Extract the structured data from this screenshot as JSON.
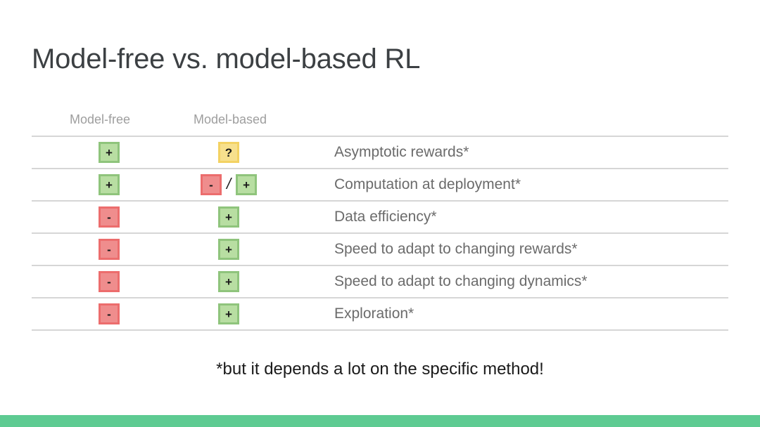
{
  "slide": {
    "title": "Model-free vs. model-based RL",
    "footnote": "*but it depends a lot on the specific method!",
    "accent_color": "#5ecb92",
    "background_color": "#ffffff"
  },
  "table": {
    "headers": {
      "model_free": "Model-free",
      "model_based": "Model-based"
    },
    "badge_colors": {
      "plus_fill": "#b8dea2",
      "plus_border": "#8fc47c",
      "minus_fill": "#ef8d8d",
      "minus_border": "#ec6d6d",
      "question_fill": "#f7e08d",
      "question_border": "#f3d263"
    },
    "separator": "/",
    "rows": [
      {
        "label": "Asymptotic rewards*",
        "model_free": [
          {
            "symbol": "+",
            "kind": "plus"
          }
        ],
        "model_based": [
          {
            "symbol": "?",
            "kind": "question"
          }
        ]
      },
      {
        "label": "Computation at deployment*",
        "model_free": [
          {
            "symbol": "+",
            "kind": "plus"
          }
        ],
        "model_based": [
          {
            "symbol": "-",
            "kind": "minus"
          },
          {
            "symbol": "+",
            "kind": "plus"
          }
        ]
      },
      {
        "label": "Data efficiency*",
        "model_free": [
          {
            "symbol": "-",
            "kind": "minus"
          }
        ],
        "model_based": [
          {
            "symbol": "+",
            "kind": "plus"
          }
        ]
      },
      {
        "label": "Speed to adapt to changing rewards*",
        "model_free": [
          {
            "symbol": "-",
            "kind": "minus"
          }
        ],
        "model_based": [
          {
            "symbol": "+",
            "kind": "plus"
          }
        ]
      },
      {
        "label": "Speed to adapt to changing dynamics*",
        "model_free": [
          {
            "symbol": "-",
            "kind": "minus"
          }
        ],
        "model_based": [
          {
            "symbol": "+",
            "kind": "plus"
          }
        ]
      },
      {
        "label": "Exploration*",
        "model_free": [
          {
            "symbol": "-",
            "kind": "minus"
          }
        ],
        "model_based": [
          {
            "symbol": "+",
            "kind": "plus"
          }
        ]
      }
    ]
  }
}
